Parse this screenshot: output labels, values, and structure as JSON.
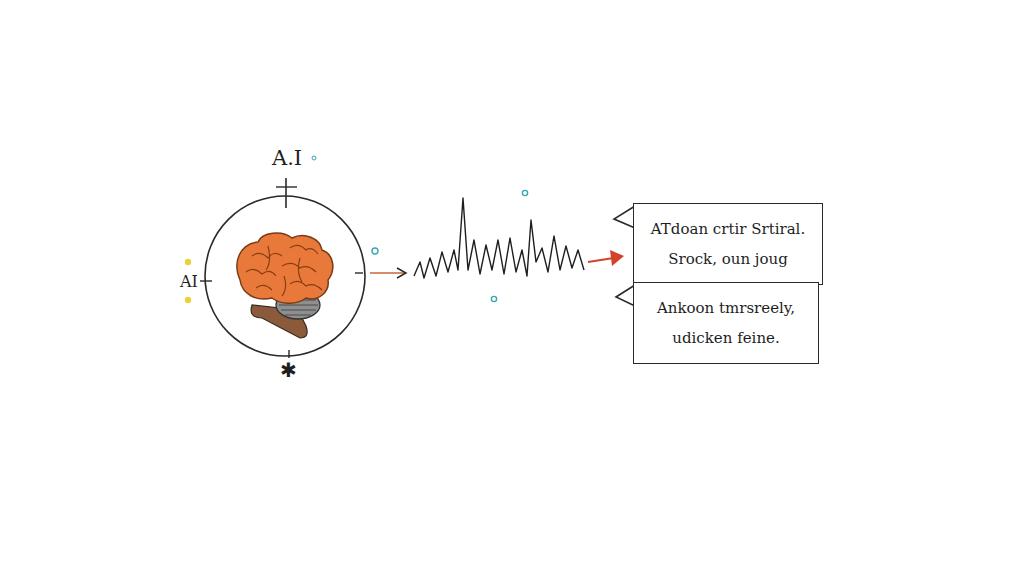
{
  "diagram": {
    "nodes": [
      {
        "text": [
          "ATdoan crtir Srtiral. Srock, oun joug"
        ]
      },
      {
        "text": [
          "Ankoon tmrsreely, udicken feine."
        ]
      }
    ],
    "labels": [
      "A.I",
      "AI",
      "✱"
    ]
  }
}
